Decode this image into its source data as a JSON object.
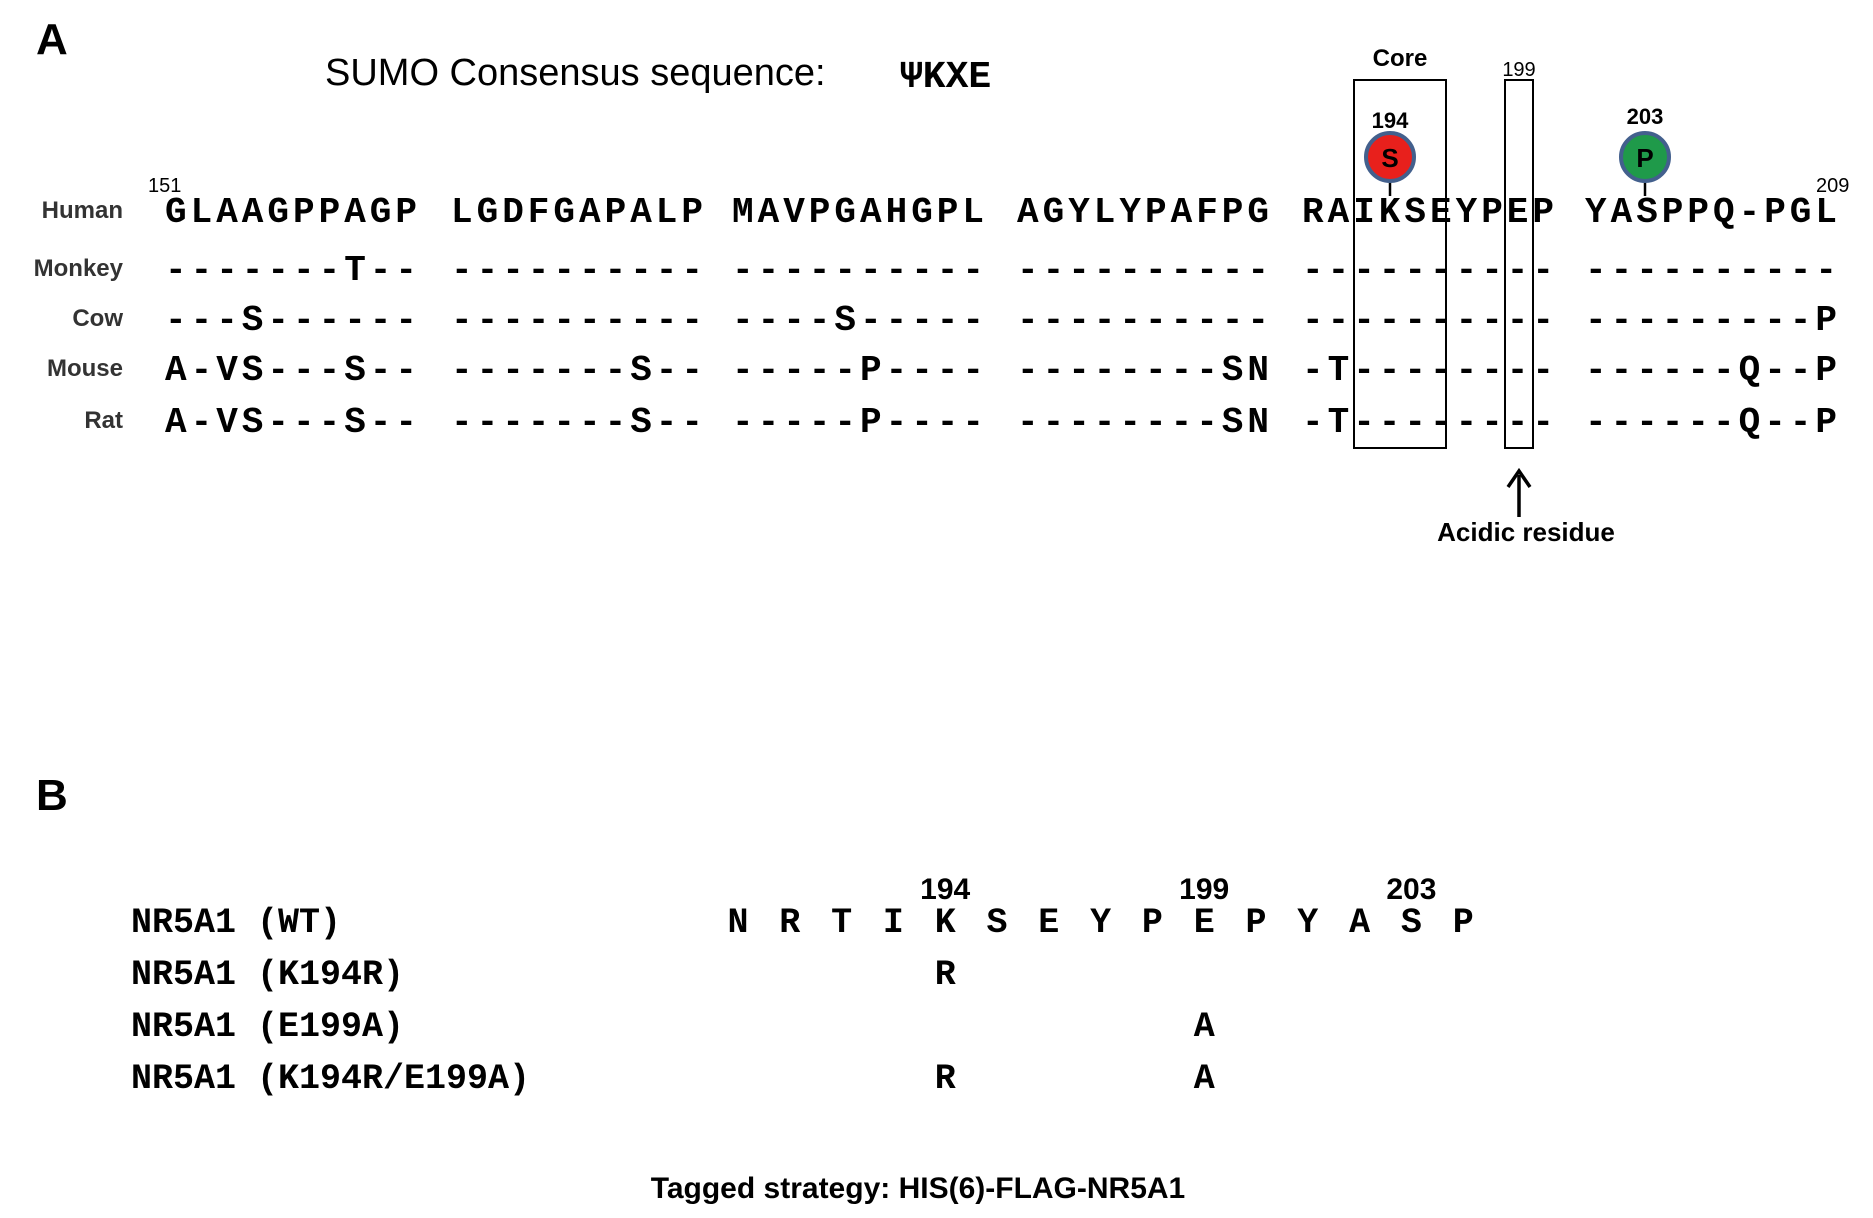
{
  "panel_a": {
    "label": "A",
    "title": "SUMO  Consensus sequence:",
    "motif": "ΨKXE",
    "start_number": "151",
    "end_number": "209",
    "core_label": "Core",
    "box_199_label": "199",
    "site_194": {
      "number": "194",
      "letter": "S",
      "color": "#e8201c"
    },
    "site_203": {
      "number": "203",
      "letter": "P",
      "color": "#1f9a4a"
    },
    "acidic_label": "Acidic residue",
    "rows": [
      {
        "species": "Human",
        "blocks": [
          "GLAAGPPAGP",
          "LGDFGAPALP",
          "MAVPGAHGPL",
          "AGYLYPAFPG",
          "RAIKSEYPEP",
          "YASPPQ-PGL"
        ]
      },
      {
        "species": "Monkey",
        "blocks": [
          "-------T--",
          "----------",
          "----------",
          "----------",
          "----------",
          "----------"
        ]
      },
      {
        "species": "Cow",
        "blocks": [
          "---S------",
          "----------",
          "----S-----",
          "----------",
          "----------",
          "---------P"
        ]
      },
      {
        "species": "Mouse",
        "blocks": [
          "A-VS---S--",
          "-------S--",
          "-----P----",
          "--------SN",
          "-T--------",
          "------Q--P"
        ]
      },
      {
        "species": "Rat",
        "blocks": [
          "A-VS---S--",
          "-------S--",
          "-----P----",
          "--------SN",
          "-T--------",
          "------Q--P"
        ]
      }
    ]
  },
  "panel_b": {
    "label": "B",
    "positions": [
      {
        "number": "194",
        "col": 4
      },
      {
        "number": "199",
        "col": 9
      },
      {
        "number": "203",
        "col": 13
      }
    ],
    "wt_sequence": [
      "N",
      "R",
      "T",
      "I",
      "K",
      "S",
      "E",
      "Y",
      "P",
      "E",
      "P",
      "Y",
      "A",
      "S",
      "P"
    ],
    "constructs": [
      {
        "name": "NR5A1  (WT)",
        "mutations": []
      },
      {
        "name": "NR5A1  (K194R)",
        "mutations": [
          {
            "col": 4,
            "residue": "R"
          }
        ]
      },
      {
        "name": "NR5A1  (E199A)",
        "mutations": [
          {
            "col": 9,
            "residue": "A"
          }
        ]
      },
      {
        "name": "NR5A1  (K194R/E199A)",
        "mutations": [
          {
            "col": 4,
            "residue": "R"
          },
          {
            "col": 9,
            "residue": "A"
          }
        ]
      }
    ],
    "footer": "Tagged strategy: HIS(6)-FLAG-NR5A1"
  }
}
